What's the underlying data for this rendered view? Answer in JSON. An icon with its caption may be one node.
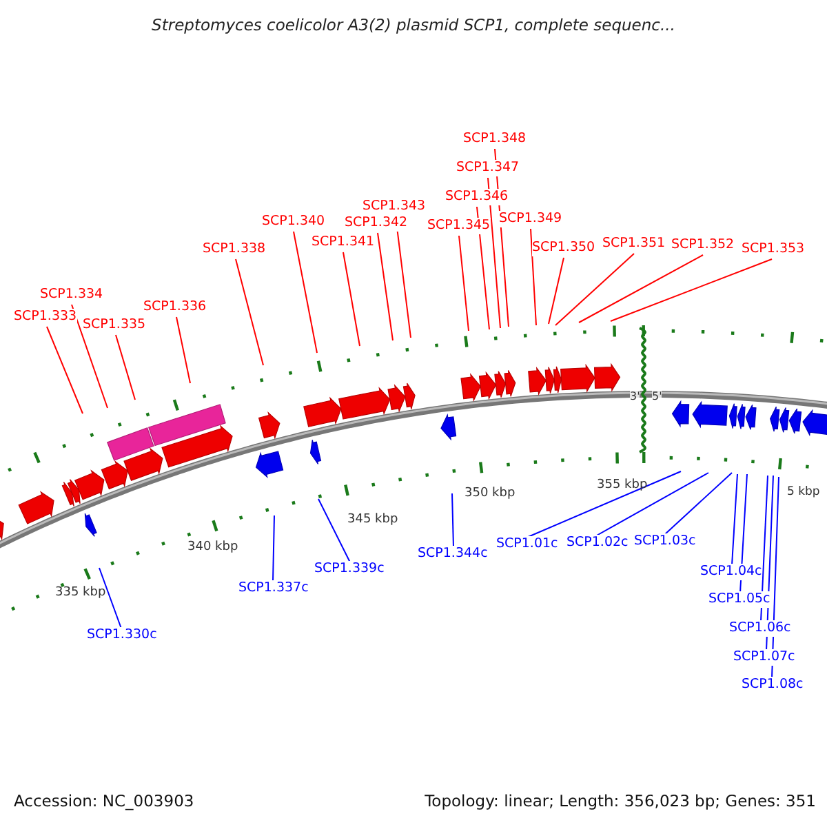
{
  "diagram": {
    "title": "Streptomyces coelicolor A3(2) plasmid SCP1, complete sequenc...",
    "nodes": [
      {
        "text": [
          "SCP1.333"
        ]
      },
      {
        "text": [
          "SCP1.334"
        ]
      },
      {
        "text": [
          "SCP1.335"
        ]
      },
      {
        "text": [
          "SCP1.336"
        ]
      },
      {
        "text": [
          "SCP1.338"
        ]
      },
      {
        "text": [
          "SCP1.340"
        ]
      },
      {
        "text": [
          "SCP1.341"
        ]
      },
      {
        "text": [
          "SCP1.342"
        ]
      },
      {
        "text": [
          "SCP1.343"
        ]
      },
      {
        "text": [
          "SCP1.345"
        ]
      },
      {
        "text": [
          "SCP1.346"
        ]
      },
      {
        "text": [
          "SCP1.347"
        ]
      },
      {
        "text": [
          "SCP1.348"
        ]
      },
      {
        "text": [
          "SCP1.349"
        ]
      },
      {
        "text": [
          "SCP1.350"
        ]
      },
      {
        "text": [
          "SCP1.351"
        ]
      },
      {
        "text": [
          "SCP1.352"
        ]
      },
      {
        "text": [
          "SCP1.353"
        ]
      },
      {
        "text": [
          "SCP1.330c"
        ]
      },
      {
        "text": [
          "SCP1.337c"
        ]
      },
      {
        "text": [
          "SCP1.339c"
        ]
      },
      {
        "text": [
          "SCP1.344c"
        ]
      },
      {
        "text": [
          "SCP1.01c"
        ]
      },
      {
        "text": [
          "SCP1.02c"
        ]
      },
      {
        "text": [
          "SCP1.03c"
        ]
      },
      {
        "text": [
          "SCP1.04c"
        ]
      },
      {
        "text": [
          "SCP1.05c"
        ]
      },
      {
        "text": [
          "SCP1.06c"
        ]
      },
      {
        "text": [
          "SCP1.07c"
        ]
      },
      {
        "text": [
          "SCP1.08c"
        ]
      }
    ],
    "edges": [
      {
        "from": 0,
        "to": null,
        "arrow": "none"
      },
      {
        "from": 1,
        "to": null,
        "arrow": "none"
      },
      {
        "from": 2,
        "to": null,
        "arrow": "none"
      },
      {
        "from": 3,
        "to": null,
        "arrow": "none"
      },
      {
        "from": 4,
        "to": null,
        "arrow": "none"
      },
      {
        "from": 5,
        "to": null,
        "arrow": "none"
      },
      {
        "from": 6,
        "to": null,
        "arrow": "none"
      },
      {
        "from": 7,
        "to": null,
        "arrow": "none"
      },
      {
        "from": 8,
        "to": null,
        "arrow": "none"
      },
      {
        "from": 9,
        "to": null,
        "arrow": "none"
      },
      {
        "from": 10,
        "to": null,
        "arrow": "none"
      },
      {
        "from": 11,
        "to": null,
        "arrow": "none"
      },
      {
        "from": 12,
        "to": null,
        "arrow": "none"
      },
      {
        "from": 13,
        "to": null,
        "arrow": "none"
      },
      {
        "from": 14,
        "to": null,
        "arrow": "none"
      },
      {
        "from": 15,
        "to": null,
        "arrow": "none"
      },
      {
        "from": 16,
        "to": null,
        "arrow": "none"
      },
      {
        "from": 17,
        "to": null,
        "arrow": "none"
      },
      {
        "from": 18,
        "to": null,
        "arrow": "none",
        "color": "#0000ff"
      },
      {
        "from": 19,
        "to": null,
        "arrow": "none",
        "color": "#0000ff"
      },
      {
        "from": 20,
        "to": null,
        "arrow": "none",
        "color": "#0000ff"
      },
      {
        "from": 21,
        "to": null,
        "arrow": "none",
        "color": "#0000ff"
      },
      {
        "from": 22,
        "to": null,
        "arrow": "none",
        "color": "#0000ff"
      },
      {
        "from": 23,
        "to": null,
        "arrow": "none",
        "color": "#0000ff"
      },
      {
        "from": 24,
        "to": null,
        "arrow": "none",
        "color": "#0000ff"
      },
      {
        "from": 25,
        "to": null,
        "arrow": "none",
        "color": "#0000ff"
      },
      {
        "from": 26,
        "to": null,
        "arrow": "none",
        "color": "#0000ff"
      },
      {
        "from": 27,
        "to": null,
        "arrow": "none",
        "color": "#0000ff"
      },
      {
        "from": 28,
        "to": null,
        "arrow": "none",
        "color": "#0000ff"
      },
      {
        "from": 29,
        "to": null,
        "arrow": "none",
        "color": "#0000ff"
      }
    ],
    "labels": [
      "3'",
      "5'",
      "335 kbp",
      "340 kbp",
      "345 kbp",
      "350 kbp",
      "355 kbp",
      "5 kbp",
      "Accession: NC_003903",
      "Topology: linear; Length: 356,023 bp; Genes: 351"
    ]
  }
}
